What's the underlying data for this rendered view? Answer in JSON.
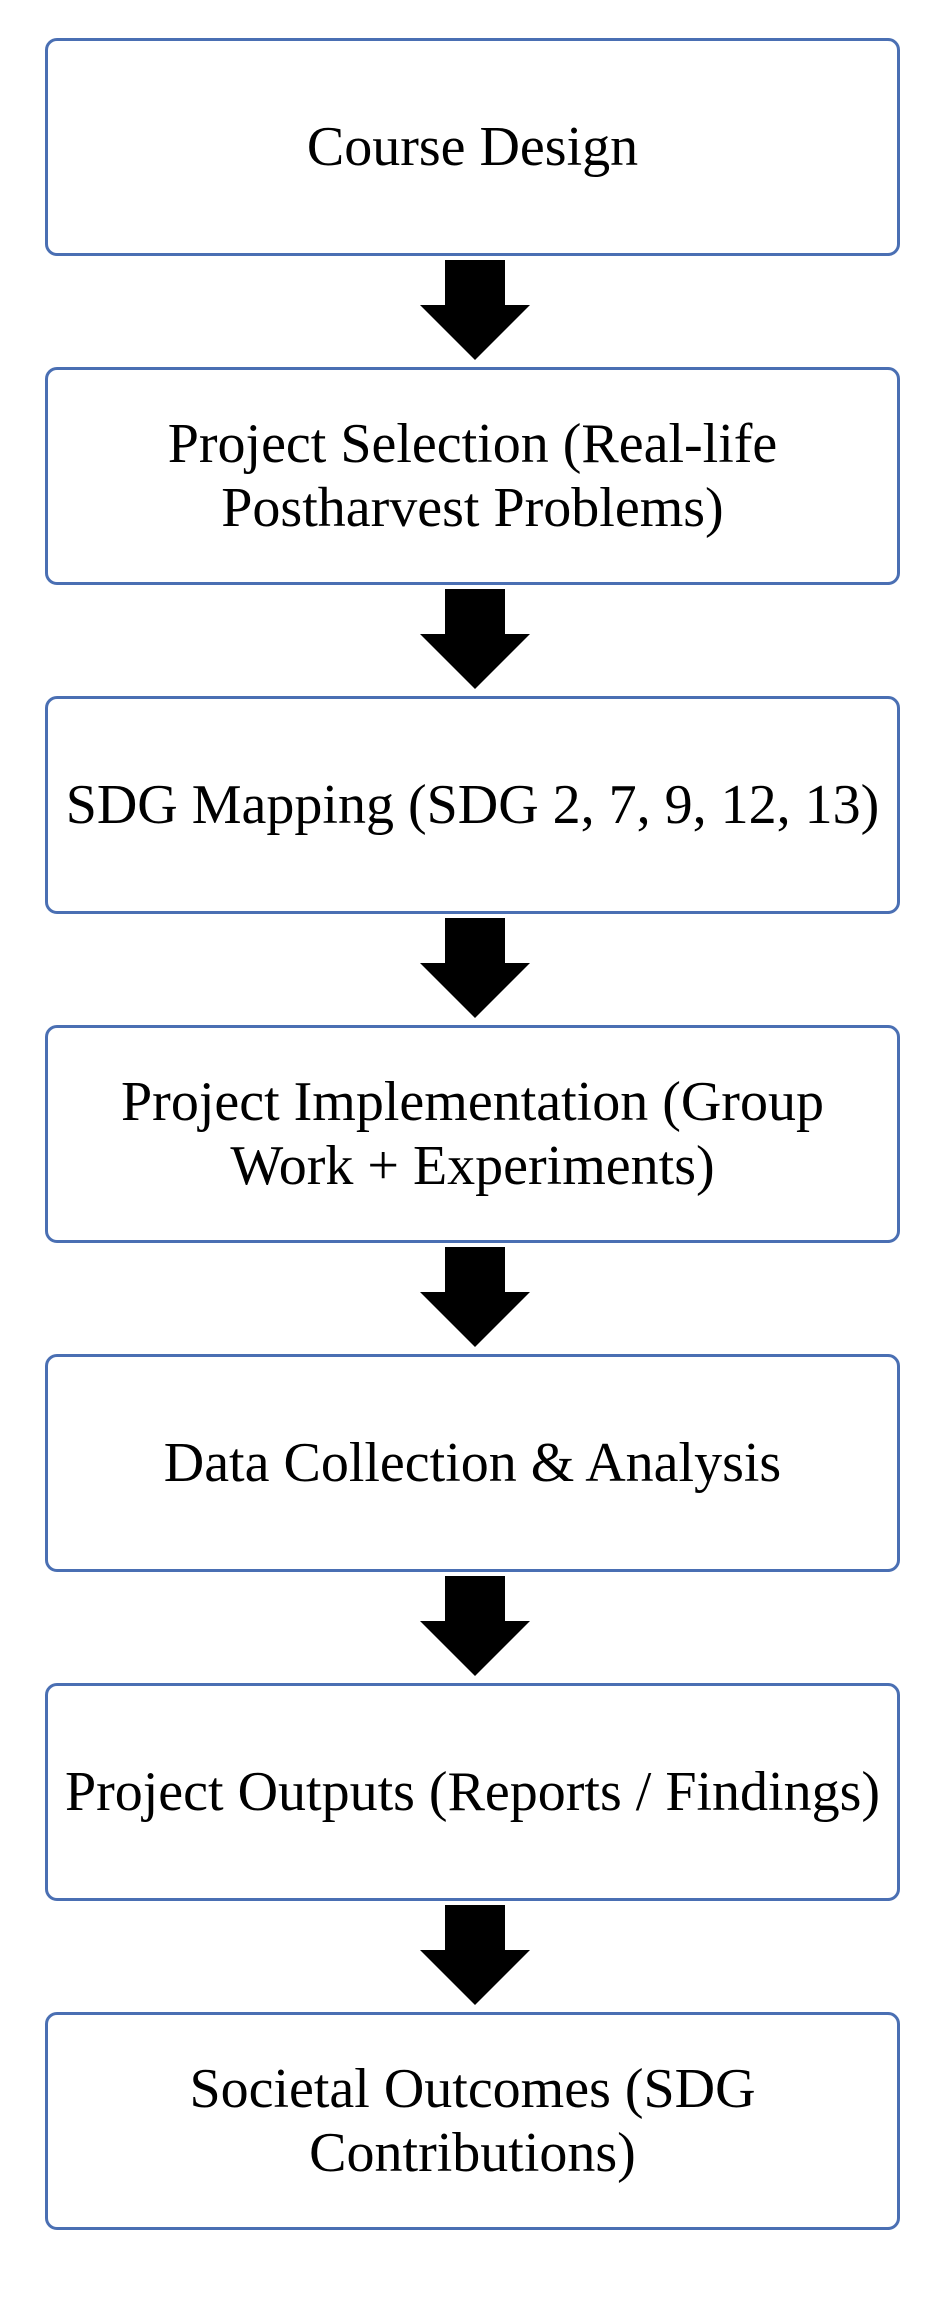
{
  "flowchart": {
    "steps": [
      {
        "label": "Course Design"
      },
      {
        "label": "Project Selection (Real-life Postharvest Problems)"
      },
      {
        "label": "SDG Mapping (SDG 2, 7, 9, 12, 13)"
      },
      {
        "label": "Project Implementation (Group Work + Experiments)"
      },
      {
        "label": "Data Collection & Analysis"
      },
      {
        "label": "Project Outputs (Reports / Findings)"
      },
      {
        "label": "Societal Outcomes (SDG Contributions)"
      }
    ]
  },
  "colors": {
    "box_border": "#4a6fb3",
    "arrow": "#000000",
    "text": "#000000"
  },
  "icons": {
    "arrow": "arrow-down-icon"
  }
}
